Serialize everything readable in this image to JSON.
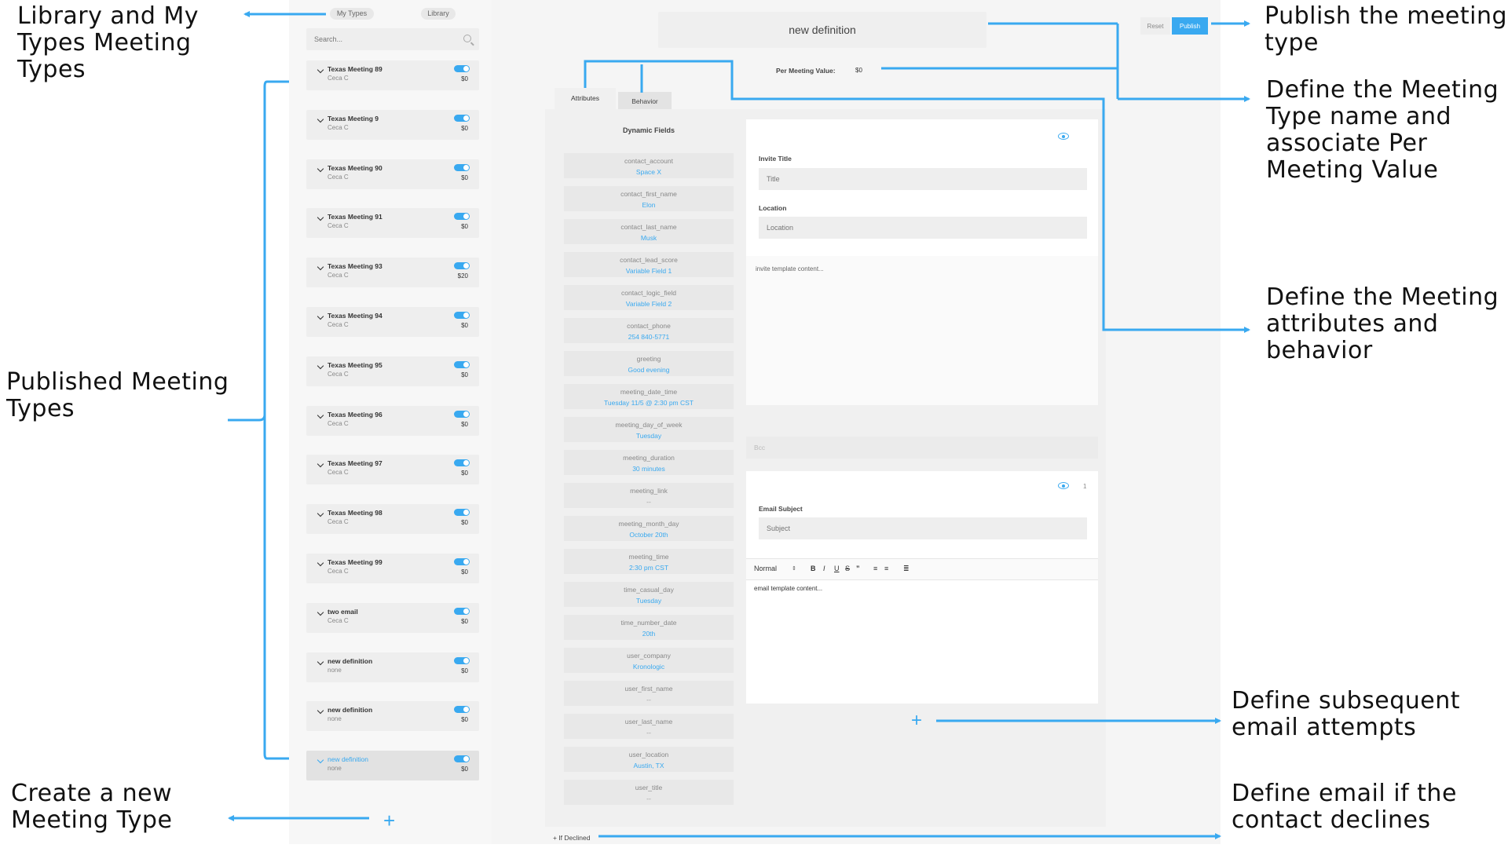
{
  "sidebar": {
    "tabs": [
      "My Types",
      "Library"
    ],
    "search_placeholder": "Search...",
    "items": [
      {
        "name": "Texas Meeting 89",
        "owner": "Ceca C",
        "price": "$0"
      },
      {
        "name": "Texas Meeting 9",
        "owner": "Ceca C",
        "price": "$0"
      },
      {
        "name": "Texas Meeting 90",
        "owner": "Ceca C",
        "price": "$0"
      },
      {
        "name": "Texas Meeting 91",
        "owner": "Ceca C",
        "price": "$0"
      },
      {
        "name": "Texas Meeting 93",
        "owner": "Ceca C",
        "price": "$20"
      },
      {
        "name": "Texas Meeting 94",
        "owner": "Ceca C",
        "price": "$0"
      },
      {
        "name": "Texas Meeting 95",
        "owner": "Ceca C",
        "price": "$0"
      },
      {
        "name": "Texas Meeting 96",
        "owner": "Ceca C",
        "price": "$0"
      },
      {
        "name": "Texas Meeting 97",
        "owner": "Ceca C",
        "price": "$0"
      },
      {
        "name": "Texas Meeting 98",
        "owner": "Ceca C",
        "price": "$0"
      },
      {
        "name": "Texas Meeting 99",
        "owner": "Ceca C",
        "price": "$0"
      },
      {
        "name": "two email",
        "owner": "Ceca C",
        "price": "$0"
      },
      {
        "name": "new definition",
        "owner": "none",
        "price": "$0"
      },
      {
        "name": "new definition",
        "owner": "none",
        "price": "$0"
      },
      {
        "name": "new definition",
        "owner": "none",
        "price": "$0",
        "active": true
      }
    ],
    "add_label": "+"
  },
  "header": {
    "definition_name": "new definition",
    "per_meeting_label": "Per Meeting Value:",
    "per_meeting_value": "$0",
    "reset_label": "Reset",
    "publish_label": "Publish"
  },
  "editor": {
    "tabs": [
      "Attributes",
      "Behavior"
    ],
    "dynamic_fields_title": "Dynamic Fields",
    "fields": [
      {
        "key": "contact_account",
        "value": "Space X"
      },
      {
        "key": "contact_first_name",
        "value": "Elon"
      },
      {
        "key": "contact_last_name",
        "value": "Musk"
      },
      {
        "key": "contact_lead_score",
        "value": "Variable Field 1"
      },
      {
        "key": "contact_logic_field",
        "value": "Variable Field 2"
      },
      {
        "key": "contact_phone",
        "value": "254 840-5771"
      },
      {
        "key": "greeting",
        "value": "Good evening"
      },
      {
        "key": "meeting_date_time",
        "value": "Tuesday 11/5 @ 2:30 pm CST"
      },
      {
        "key": "meeting_day_of_week",
        "value": "Tuesday"
      },
      {
        "key": "meeting_duration",
        "value": "30 minutes"
      },
      {
        "key": "meeting_link",
        "value": "--"
      },
      {
        "key": "meeting_month_day",
        "value": "October 20th"
      },
      {
        "key": "meeting_time",
        "value": "2:30 pm CST"
      },
      {
        "key": "time_casual_day",
        "value": "Tuesday"
      },
      {
        "key": "time_number_date",
        "value": "20th"
      },
      {
        "key": "user_company",
        "value": "Kronologic"
      },
      {
        "key": "user_first_name",
        "value": "--"
      },
      {
        "key": "user_last_name",
        "value": "--"
      },
      {
        "key": "user_location",
        "value": "Austin, TX"
      },
      {
        "key": "user_title",
        "value": "--"
      }
    ],
    "invite": {
      "title_label": "Invite Title",
      "title_placeholder": "Title",
      "location_label": "Location",
      "location_placeholder": "Location",
      "content": "invite template content..."
    },
    "bcc_placeholder": "Bcc",
    "email": {
      "attempt_number": "1",
      "subject_label": "Email Subject",
      "subject_placeholder": "Subject",
      "format_select": "Normal",
      "toolbar": [
        "B",
        "I",
        "U",
        "S",
        "”"
      ],
      "content": "email template content..."
    },
    "add_attempt_label": "+",
    "if_declined_label": "+ If Declined"
  },
  "annotations": {
    "library": "Library and My\nTypes Meeting\nTypes",
    "published": "Published Meeting\nTypes",
    "create": "Create a new\nMeeting Type",
    "publish": "Publish the meeting\ntype",
    "define_name": "Define the Meeting\nType name and\nassociate Per\nMeeting Value",
    "define_attrs": "Define the Meeting\nattributes and\nbehavior",
    "subsequent": "Define subsequent\nemail attempts",
    "declines": "Define email if the\ncontact declines"
  },
  "colors": {
    "accent": "#39a9f0",
    "panel": "#f0f0f0",
    "field": "#e8e8e8"
  }
}
